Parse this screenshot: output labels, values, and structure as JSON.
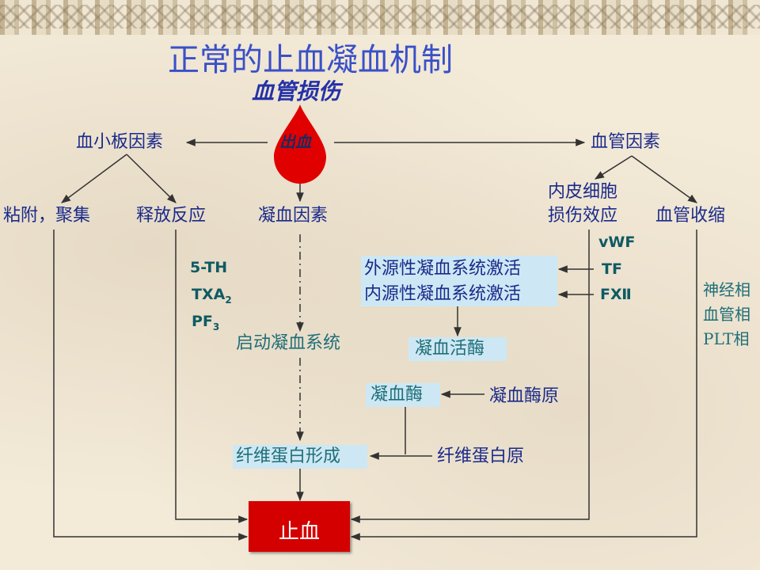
{
  "title": "正常的止血凝血机制",
  "injury": "血管损伤",
  "bleeding": "出血",
  "platelet_factor": "血小板因素",
  "vascular_factor": "血管因素",
  "adhesion": "粘附，聚集",
  "release": "释放反应",
  "coag_factor": "凝血因素",
  "endo_line1": "内皮细胞",
  "endo_line2": "损伤效应",
  "vasoconstriction": "血管收缩",
  "vwf": "vWF",
  "tf": "TF",
  "f12": "FⅫ",
  "ht": "5-TH",
  "txa2_main": "TXA",
  "txa2_sub": "2",
  "pf3_main": "PF",
  "pf3_sub": "3",
  "extrinsic": "外源性凝血系统激活",
  "intrinsic": "内源性凝血系统激活",
  "start_coag": "启动凝血系统",
  "coag_activase": "凝血活酶",
  "thrombin": "凝血酶",
  "prothrombin": "凝血酶原",
  "fibrin": "纤维蛋白形成",
  "fibrinogen": "纤维蛋白原",
  "neural": "神经相",
  "vascular_phase": "血管相",
  "plt_phase": "PLT相",
  "hemostasis": "止血"
}
